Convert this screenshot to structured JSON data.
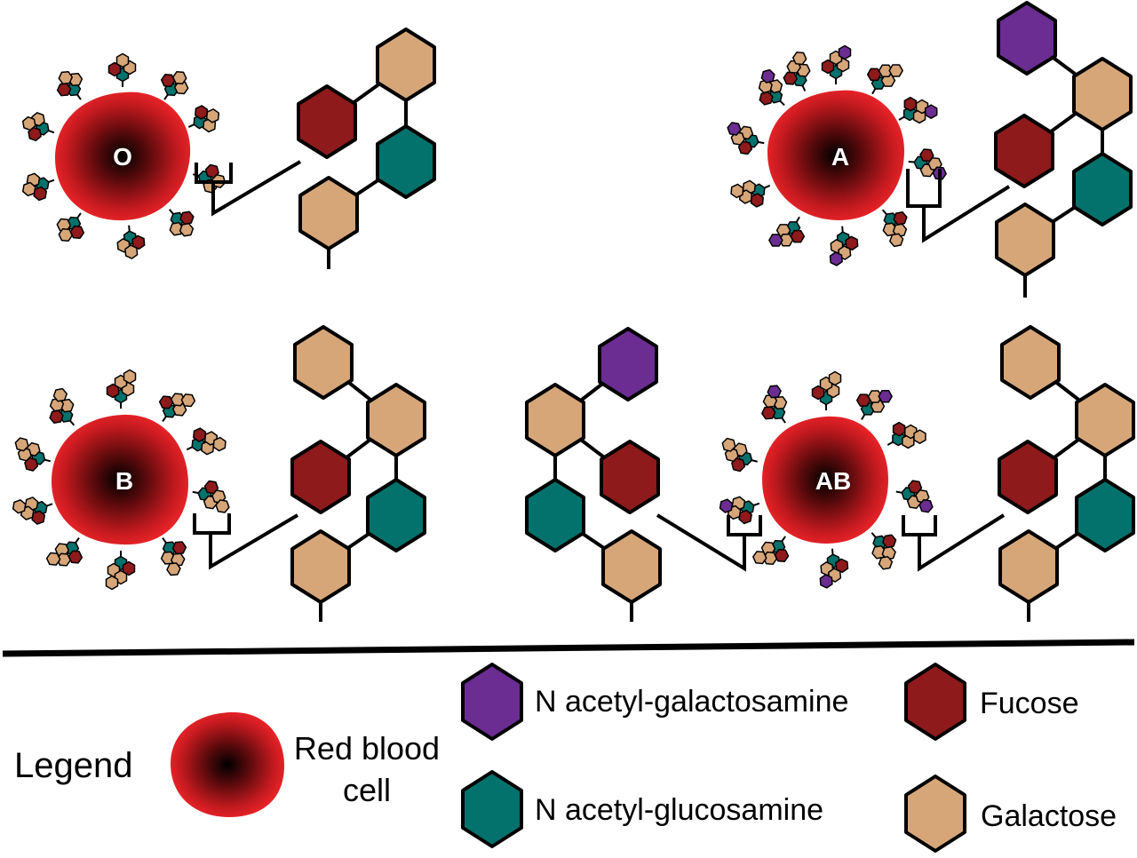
{
  "colors": {
    "n_acetyl_galactosamine": "#6b2d91",
    "fucose": "#8e1a1c",
    "galactose": "#d6a679",
    "n_acetyl_glucosamine": "#03716c",
    "rbc_outer": "#f2262b",
    "rbc_center": "#000000",
    "outline": "#000000"
  },
  "cells": [
    {
      "label": "O",
      "antigen": [
        "fucose",
        "galactose",
        "n_acetyl_glucosamine",
        "galactose"
      ]
    },
    {
      "label": "A",
      "antigen": [
        "n_acetyl_galactosamine",
        "galactose",
        "fucose",
        "n_acetyl_glucosamine",
        "galactose"
      ]
    },
    {
      "label": "B",
      "antigen": [
        "galactose",
        "galactose",
        "fucose",
        "n_acetyl_glucosamine",
        "galactose"
      ]
    },
    {
      "label": "AB",
      "antigen_a": [
        "n_acetyl_galactosamine",
        "galactose",
        "fucose",
        "n_acetyl_glucosamine",
        "galactose"
      ],
      "antigen_b": [
        "galactose",
        "galactose",
        "fucose",
        "n_acetyl_glucosamine",
        "galactose"
      ]
    }
  ],
  "legend": {
    "title": "Legend",
    "rbc_line1": "Red blood",
    "rbc_line2": "cell",
    "items": {
      "n_acetyl_galactosamine": "N acetyl-galactosamine",
      "n_acetyl_glucosamine": "N acetyl-glucosamine",
      "fucose": "Fucose",
      "galactose": "Galactose"
    }
  }
}
